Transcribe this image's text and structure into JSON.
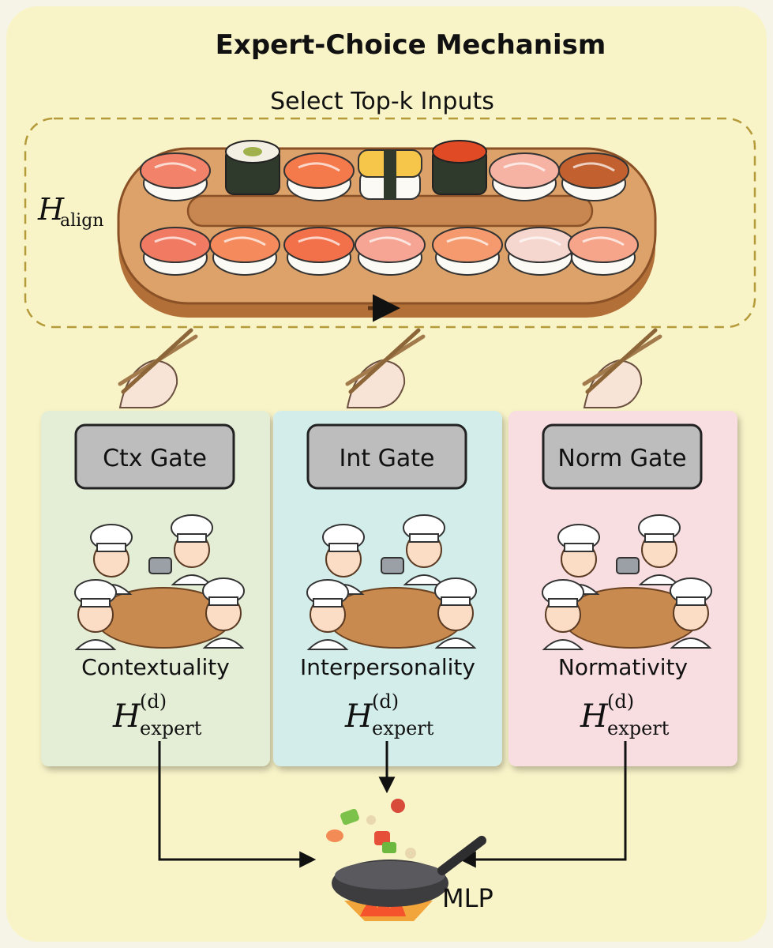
{
  "title": "Expert-Choice Mechanism",
  "subtitle": "Select Top-k Inputs",
  "input": {
    "symbol": "H",
    "subscript": "align"
  },
  "experts": [
    {
      "gate": "Ctx Gate",
      "label": "Contextuality",
      "symbol": "H",
      "superscript": "(d)",
      "subscript": "expert",
      "color": "#e4eed6"
    },
    {
      "gate": "Int Gate",
      "label": "Interpersonality",
      "symbol": "H",
      "superscript": "(d)",
      "subscript": "expert",
      "color": "#d3eeea"
    },
    {
      "gate": "Norm Gate",
      "label": "Normativity",
      "symbol": "H",
      "superscript": "(d)",
      "subscript": "expert",
      "color": "#f8dde1"
    }
  ],
  "output": {
    "label": "MLP"
  },
  "colors": {
    "panel": "#f9f4c8",
    "gate_fill": "#bdbdbd",
    "tray": "#d99a5e",
    "dash": "#b59a3a"
  }
}
